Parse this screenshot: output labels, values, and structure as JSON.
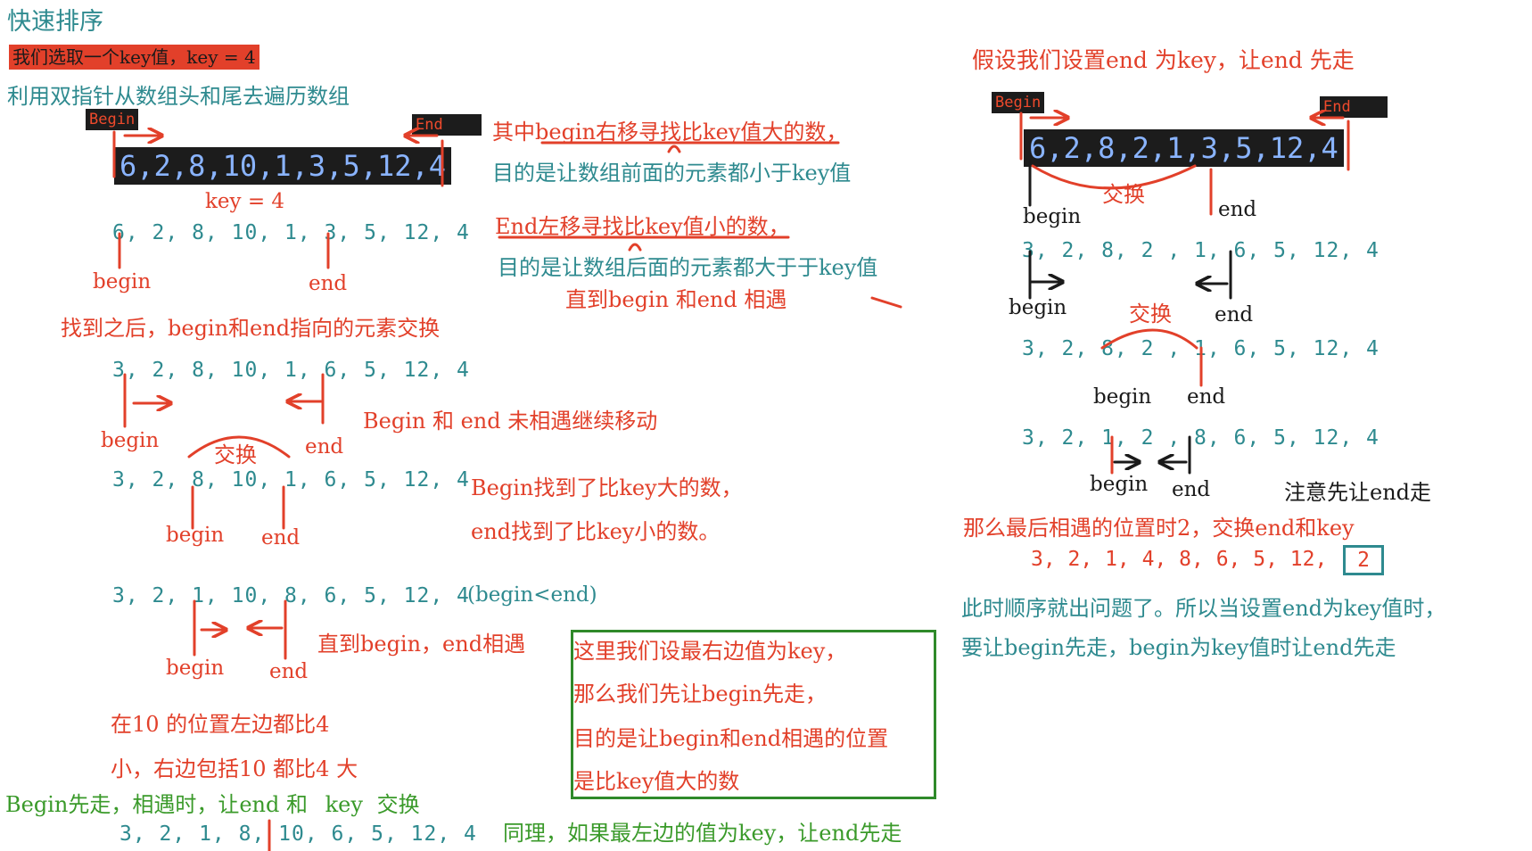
{
  "title": "快速排序",
  "key_banner": "我们选取一个key值，key = 4",
  "intro": "利用双指针从数组头和尾去遍历数组",
  "left": {
    "tag_begin": "Begin",
    "tag_end": "End",
    "array_code": "6,2,8,10,1,3,5,12,4",
    "key_label": "key = 4",
    "seq1": "6, 2, 8, 10, 1, 3, 5, 12, 4",
    "seq1_begin": "begin",
    "seq1_end": "end",
    "note_swap": "找到之后，begin和end指向的元素交换",
    "seq2": "3, 2, 8, 10, 1, 6, 5, 12, 4",
    "seq2_begin": "begin",
    "seq2_end": "end",
    "note_continue": "Begin 和 end 未相遇继续移动",
    "swap_label": "交换",
    "seq3": "3, 2, 8, 10, 1, 6, 5, 12, 4",
    "seq3_begin": "begin",
    "seq3_end": "end",
    "note_found1": "Begin找到了比key大的数，",
    "note_found2": "end找到了比key小的数。",
    "seq4": "3, 2, 1, 10, 8, 6, 5, 12, 4",
    "seq4_paren": "(begin<end)",
    "seq4_begin": "begin",
    "seq4_end": "end",
    "note_meet": "直到begin，end相遇",
    "concl1": "在10 的位置左边都比4",
    "concl2": "小，右边包括10 都比4 大",
    "green_line_a": "Begin先走，相遇时，让end 和",
    "green_line_key": "key",
    "green_line_b": "交换",
    "seq5": "3, 2, 1, 8, 10, 6, 5, 12, 4"
  },
  "middle": {
    "note1a": "其中begin右移寻找比key值大的数，",
    "note1b": "目的是让数组前面的元素都小于key值",
    "note2a": "End左移寻找比key值小的数，",
    "note2b": "目的是让数组后面的元素都大于于key值",
    "note3": "直到begin 和end 相遇",
    "box_lines": [
      "这里我们设最右边值为key，",
      "那么我们先让begin先走，",
      "目的是让begin和end相遇的位置",
      "是比key值大的数"
    ],
    "bottom_note": "同理，如果最左边的值为key，让end先走"
  },
  "right": {
    "heading": "假设我们设置end 为key，让end 先走",
    "tag_begin": "Begin",
    "tag_end": "End",
    "array_code": "6,2,8,2,1,3,5,12,4",
    "swap_label": "交换",
    "code_begin": "begin",
    "code_end": "end",
    "seq1": "3, 2, 8, 2 , 1, 6, 5, 12, 4",
    "seq1_begin": "begin",
    "seq1_end": "end",
    "swap_label2": "交换",
    "seq2": "3, 2, 8, 2 , 1, 6, 5, 12, 4",
    "seq2_begin": "begin",
    "seq2_end": "end",
    "seq3": "3, 2, 1, 2 , 8, 6, 5, 12, 4",
    "seq3_begin": "begin",
    "seq3_end": "end",
    "note_end_first": "注意先让end走",
    "final_note": "那么最后相遇的位置时2，交换end和key",
    "seq_final": "3, 2, 1, 4, 8, 6, 5, 12,",
    "seq_final_box": "2",
    "problem1": "此时顺序就出问题了。所以当设置end为key值时，",
    "problem2": "要让begin先走，begin为key值时让end先走"
  },
  "colors": {
    "teal": "#2e8a8f",
    "red": "#e2402a",
    "green": "#3a9a2a",
    "code_bg": "#1c1c1c",
    "code_text": "#8ab4ff"
  }
}
